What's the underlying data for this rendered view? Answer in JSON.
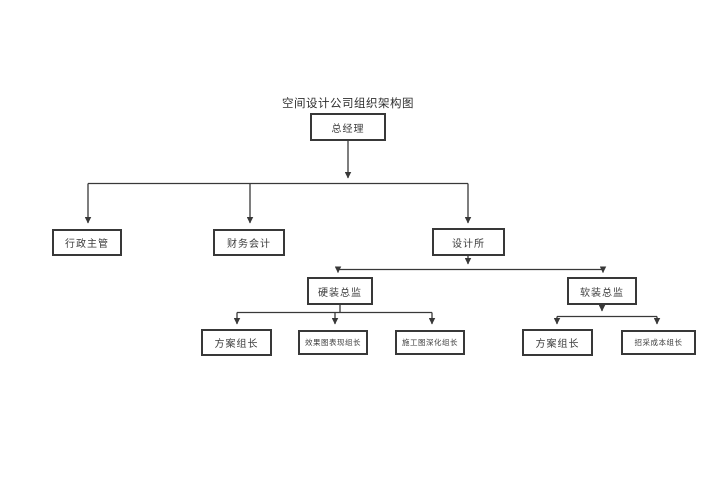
{
  "org": {
    "title": "空间设计公司组织架构图",
    "line_color": "#383838",
    "box_border_color": "#383838",
    "background_color": "#ffffff",
    "root": {
      "label": "总经理",
      "children": [
        {
          "label": "行政主管"
        },
        {
          "label": "财务会计"
        },
        {
          "label": "设计所",
          "children": [
            {
              "label": "硬装总监",
              "children": [
                {
                  "label": "方案组长"
                },
                {
                  "label": "效果图表现组长"
                },
                {
                  "label": "施工图深化组长"
                }
              ]
            },
            {
              "label": "软装总监",
              "children": [
                {
                  "label": "方案组长"
                },
                {
                  "label": "招采成本组长"
                }
              ]
            }
          ]
        }
      ]
    }
  }
}
